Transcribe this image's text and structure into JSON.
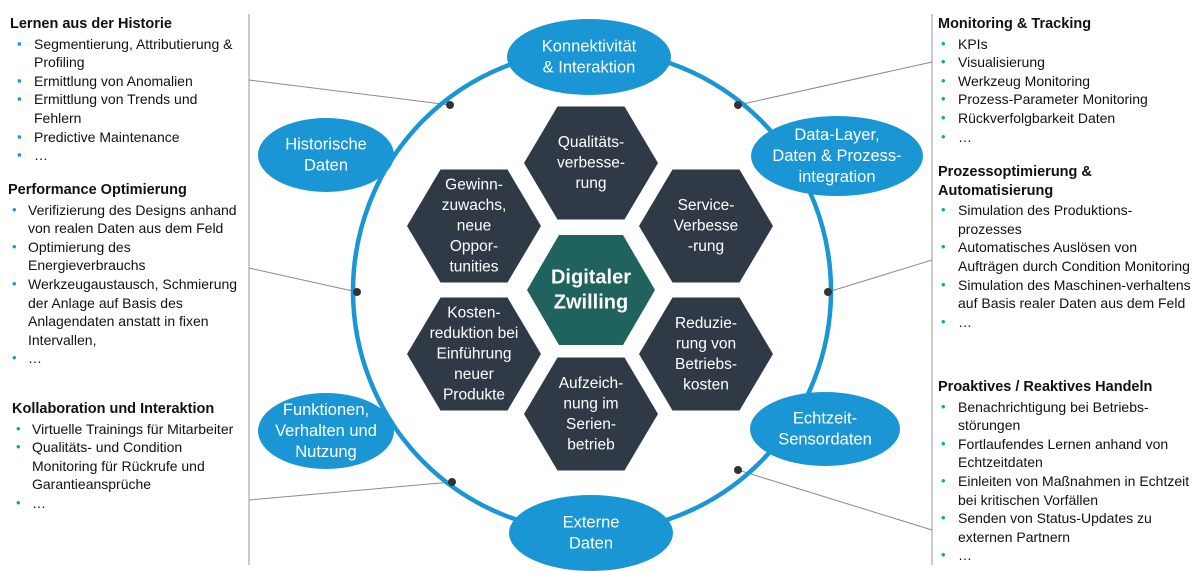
{
  "panels": [
    {
      "id": "historie",
      "title": "Lernen aus der Historie",
      "bullet": "▪",
      "items": [
        "Segmentierung, Attributierung & Profiling",
        "Ermittlung von Anomalien",
        "Ermittlung von Trends und Fehlern",
        "Predictive Maintenance",
        "…"
      ]
    },
    {
      "id": "performance",
      "title": "Performance Optimierung",
      "bullet": "•",
      "items": [
        "Verifizierung des Designs anhand von realen Daten aus dem Feld",
        "Optimierung des Energieverbrauchs",
        "Werkzeugaustausch, Schmierung der Anlage auf Basis des Anlagendaten anstatt in fixen Intervallen,",
        "…"
      ]
    },
    {
      "id": "kollaboration",
      "title": "Kollaboration und Interaktion",
      "bullet": "•",
      "items": [
        "Virtuelle Trainings für Mitarbeiter",
        "Qualitäts- und Condition Monitoring für Rückrufe und Garantieansprüche",
        "…"
      ]
    },
    {
      "id": "monitoring",
      "title": "Monitoring & Tracking",
      "bullet": "•",
      "items": [
        "KPIs",
        "Visualisierung",
        "Werkzeug Monitoring",
        "Prozess-Parameter Monitoring",
        "Rückverfolgbarkeit Daten",
        "…"
      ]
    },
    {
      "id": "prozessopt",
      "title": "Prozessoptimierung & Automatisierung",
      "bullet": "•",
      "items": [
        "Simulation des Produktions-prozesses",
        "Automatisches Auslösen von Aufträgen durch Condition Monitoring",
        "Simulation des Maschinen-verhaltens auf Basis realer Daten aus dem Feld",
        "…"
      ]
    },
    {
      "id": "proaktiv",
      "title": "Proaktives / Reaktives Handeln",
      "bullet": "•",
      "items": [
        "Benachrichtigung bei Betriebs-störungen",
        "Fortlaufendes Lernen anhand von Echtzeitdaten",
        "Einleiten von Maßnahmen in Echtzeit bei kritischen Vorfällen",
        "Senden von Status-Updates zu externen Partnern",
        "…"
      ]
    }
  ],
  "ellipses": [
    {
      "id": "konnektivitaet",
      "lines": [
        "Konnektivität",
        "& Interaktion"
      ]
    },
    {
      "id": "historische",
      "lines": [
        "Historische",
        "Daten"
      ]
    },
    {
      "id": "datalayer",
      "lines": [
        "Data-Layer,",
        "Daten & Prozess-",
        "integration"
      ]
    },
    {
      "id": "funktionen",
      "lines": [
        "Funktionen,",
        "Verhalten und",
        "Nutzung"
      ]
    },
    {
      "id": "echtzeit",
      "lines": [
        "Echtzeit-",
        "Sensordaten"
      ]
    },
    {
      "id": "externe",
      "lines": [
        "Externe",
        "Daten"
      ]
    }
  ],
  "hexagons": [
    {
      "id": "qualitaet",
      "lines": [
        "Qualitäts-",
        "verbesse-",
        "rung"
      ]
    },
    {
      "id": "gewinn",
      "lines": [
        "Gewinn-",
        "zuwachs,",
        "neue",
        "Oppor-",
        "tunities"
      ]
    },
    {
      "id": "service",
      "lines": [
        "Service-",
        "Verbesse",
        "-rung"
      ]
    },
    {
      "id": "kosten",
      "lines": [
        "Kosten-",
        "reduktion bei",
        "Einführung",
        "neuer",
        "Produkte"
      ]
    },
    {
      "id": "betrieb",
      "lines": [
        "Reduzie-",
        "rung von",
        "Betriebs-",
        "kosten"
      ]
    },
    {
      "id": "aufzeichnung",
      "lines": [
        "Aufzeich-",
        "nung im",
        "Serien-",
        "betrieb"
      ]
    }
  ],
  "center": {
    "lines": [
      "Digitaler",
      "Zwilling"
    ]
  },
  "colors": {
    "blue": "#1a96d4",
    "ring": "#1a96d4",
    "hexDark": "#2f3a46",
    "hexCenter": "#1f625e",
    "divider": "#9a9a9a",
    "dot": "#333333"
  }
}
